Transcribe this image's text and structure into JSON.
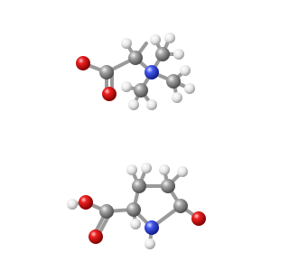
{
  "scene": {
    "background": "#ffffff",
    "element_colors": {
      "C": "#8a8a8a",
      "H": "#f2f2f2",
      "O": "#e01010",
      "N": "#2840e0"
    },
    "molecules": [
      {
        "name": "betaine",
        "atom_counts": {
          "C": 5,
          "H": 11,
          "N": 1,
          "O": 2
        }
      },
      {
        "name": "pyroglutamic-acid",
        "atom_counts": {
          "C": 5,
          "H": 7,
          "N": 1,
          "O": 3
        }
      }
    ]
  }
}
